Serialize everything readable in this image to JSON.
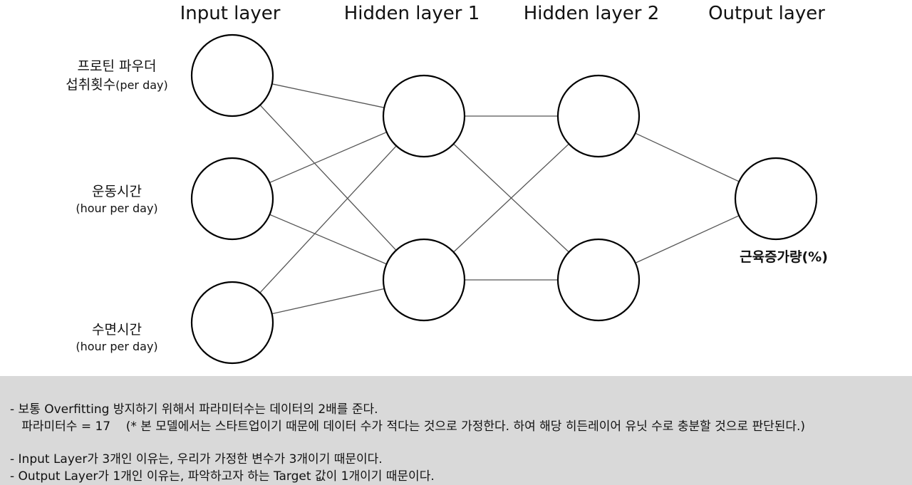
{
  "layers": {
    "input": "Input layer",
    "hidden1": "Hidden layer 1",
    "hidden2": "Hidden layer 2",
    "output": "Output layer"
  },
  "input_labels": [
    {
      "line1": "프로틴 파우더",
      "line2_main": "섭취횟수",
      "line2_sub": "(per day)"
    },
    {
      "line1": "운동시간",
      "line2": "(hour per day)"
    },
    {
      "line1": "수면시간",
      "line2": "(hour per day)"
    }
  ],
  "output_label": "근육증가량(%)",
  "notes": [
    "- 보통 Overfitting 방지하기 위해서 파라미터수는 데이터의 2배를 준다.",
    "   파라미터수 = 17    (* 본 모델에서는 스타트업이기 때문에 데이터 수가 적다는 것으로 가정한다. 하여 해당 히든레이어 유닛 수로 충분할 것으로 판단된다.)",
    "- Input Layer가 3개인 이유는, 우리가 가정한 변수가 3개이기 때문이다.",
    "- Output Layer가 1개인 이유는, 파악하고자 하는 Target 값이 1개이기 때문이다."
  ],
  "colors": {
    "line": "#555555",
    "node_stroke": "#000000",
    "notes_bg": "#d9d9d9"
  }
}
